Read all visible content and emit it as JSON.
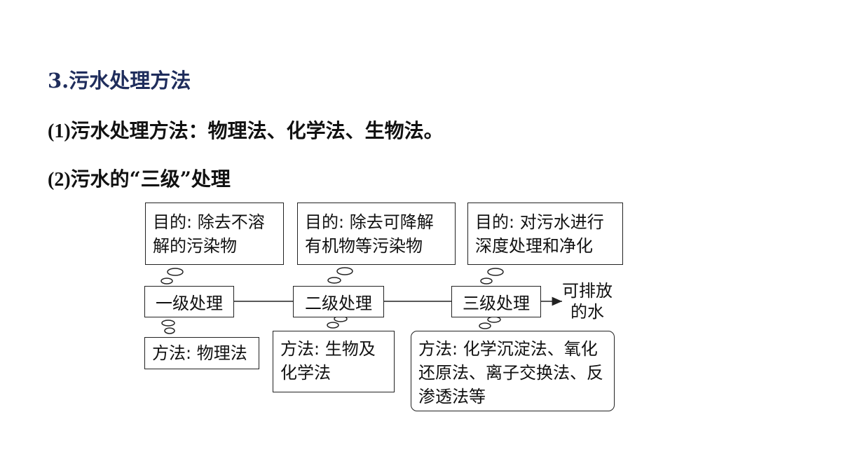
{
  "heading": "3.污水处理方法",
  "point1": {
    "num": "(1)",
    "text": "污水处理方法：物理法、化学法、生物法。"
  },
  "point2": {
    "num": "(2)",
    "text": "污水的“三级”处理"
  },
  "stages": [
    {
      "label": "一级处理",
      "goal": "目的: 除去不溶解的污染物",
      "method": "方法: 物理法"
    },
    {
      "label": "二级处理",
      "goal": "目的: 除去可降解有机物等污染物",
      "method": "方法: 生物及化学法"
    },
    {
      "label": "三级处理",
      "goal": "目的: 对污水进行深度处理和净化",
      "method": "方法: 化学沉淀法、氧化还原法、离子交换法、反渗透法等"
    }
  ],
  "outlet": {
    "line1": "可排放",
    "line2": "的水"
  }
}
